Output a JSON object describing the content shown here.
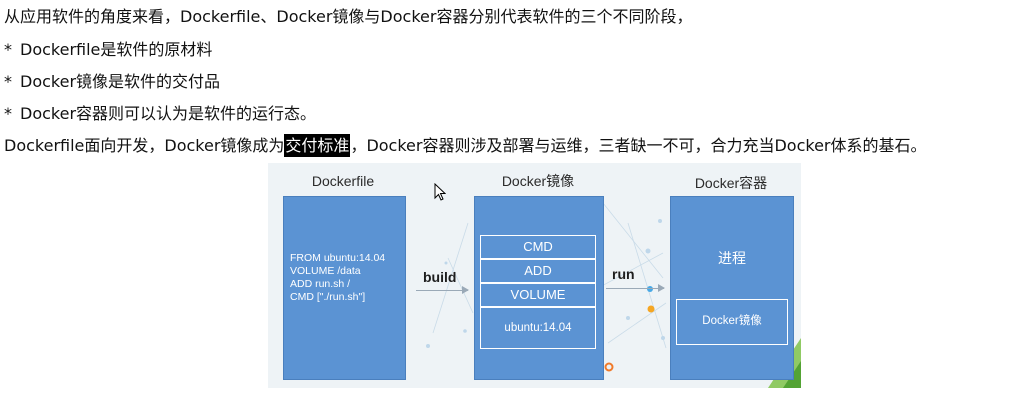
{
  "text": {
    "intro": "从应用软件的角度来看，Dockerfile、Docker镜像与Docker容器分别代表软件的三个不同阶段，",
    "bullet_mark": "*",
    "bullets": [
      "Dockerfile是软件的原材料",
      "Docker镜像是软件的交付品",
      "Docker容器则可以认为是软件的运行态。"
    ],
    "summary_before": "Dockerfile面向开发，Docker镜像成为",
    "summary_highlight": "交付标准",
    "summary_after": "，Docker容器则涉及部署与运维，三者缺一不可，合力充当Docker体系的基石。"
  },
  "diagram": {
    "dockerfile": {
      "title": "Dockerfile",
      "code_lines": [
        "FROM ubuntu:14.04",
        "VOLUME /data",
        "ADD run.sh /",
        "CMD [\"./run.sh\"]"
      ]
    },
    "arrow_build": "build",
    "image": {
      "title": "Docker镜像",
      "layers": [
        "CMD",
        "ADD",
        "VOLUME",
        "ubuntu:14.04"
      ]
    },
    "arrow_run": "run",
    "container": {
      "title": "Docker容器",
      "process_label": "进程",
      "inner_label": "Docker镜像"
    },
    "colors": {
      "box_fill": "#5b93d3",
      "background": "#eef3f6",
      "highlight_bg": "#000000"
    }
  }
}
